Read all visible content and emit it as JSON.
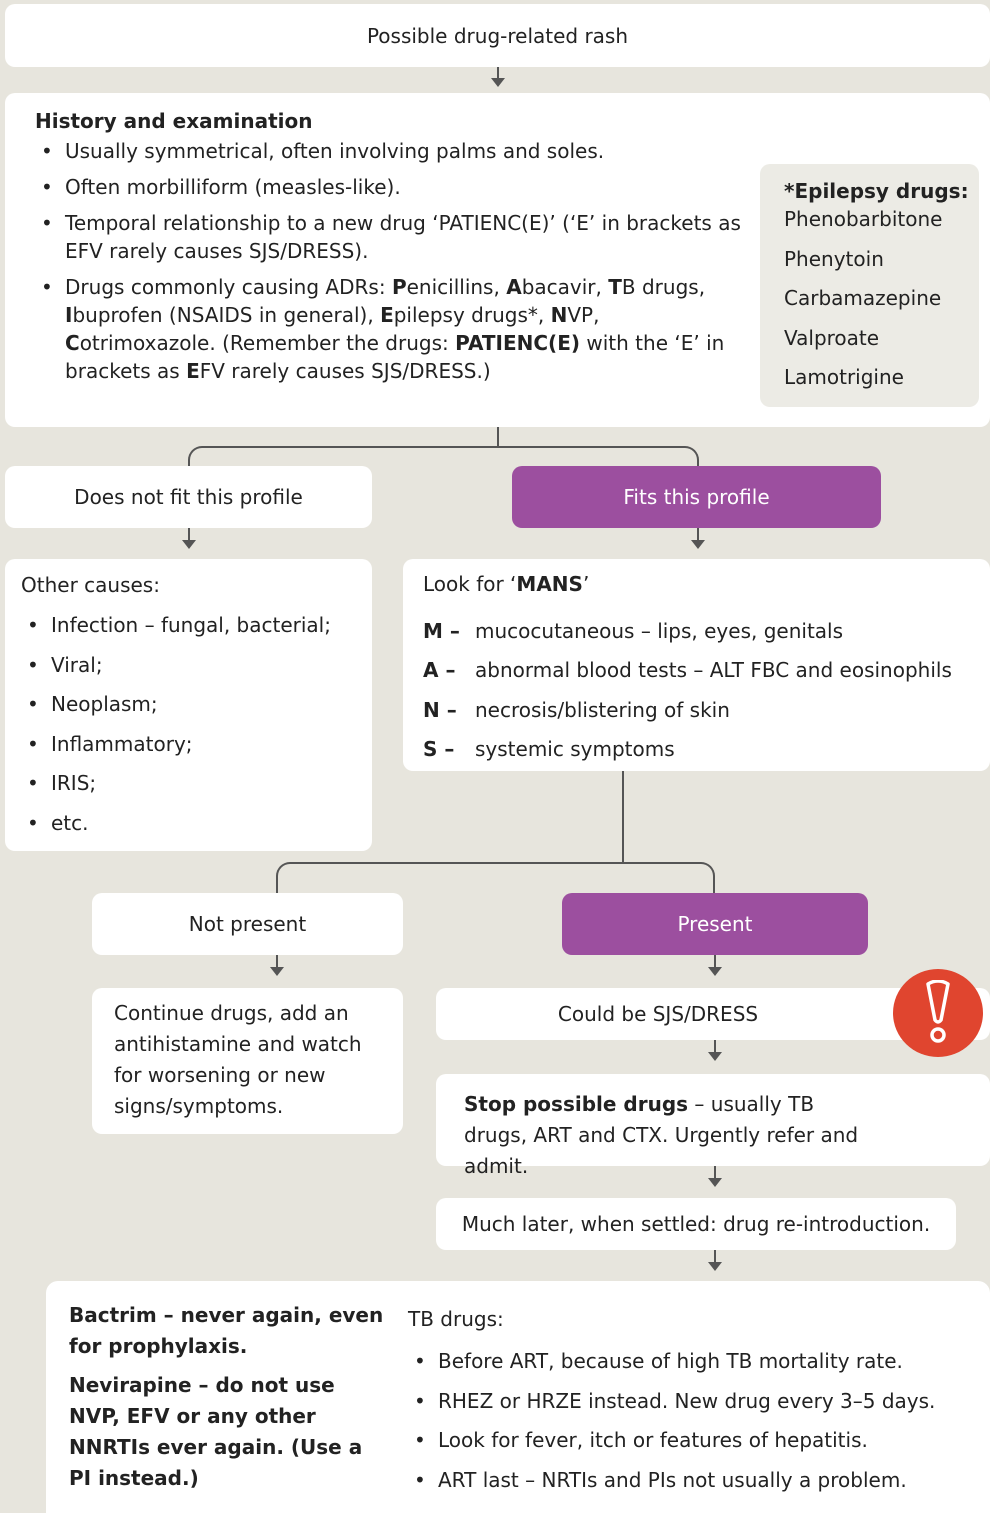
{
  "start": "Possible drug-related rash",
  "history": {
    "title": "History and examination",
    "bullets": [
      "Usually symmetrical, often involving palms and soles.",
      "Often morbilliform (measles-like).",
      "Temporal relationship to a new drug ‘PATIENC(E)’ (‘E’ in brackets as EFV rarely causes SJS/DRESS).",
      "Drugs commonly causing ADRs: Penicillins, Abacavir, TB drugs, Ibuprofen (NSAIDS in general), Epilepsy drugs*, NVP, Cotrimoxazole. (Remember the drugs: PATIENC(E) with the ‘E’ in brackets as EFV rarely causes SJS/DRESS.)"
    ]
  },
  "epilepsy": {
    "title": "*Epilepsy drugs:",
    "items": [
      "Phenobarbitone",
      "Phenytoin",
      "Carbamazepine",
      "Valproate",
      "Lamotrigine"
    ]
  },
  "branch1": {
    "no": "Does not fit this profile",
    "yes": "Fits this profile"
  },
  "other_causes": {
    "title": "Other causes:",
    "items": [
      "Infection – fungal, bacterial;",
      "Viral;",
      "Neoplasm;",
      "Inflammatory;",
      "IRIS;",
      "etc."
    ]
  },
  "mans": {
    "title_prefix": "Look for ‘",
    "title_bold": "MANS",
    "title_suffix": "’",
    "rows": [
      {
        "letter": "M –",
        "text": "mucocutaneous – lips, eyes, genitals"
      },
      {
        "letter": "A –",
        "text": "abnormal blood tests – ALT FBC and eosinophils"
      },
      {
        "letter": "N –",
        "text": "necrosis/blistering of skin"
      },
      {
        "letter": "S –",
        "text": "systemic symptoms"
      }
    ]
  },
  "branch2": {
    "no": "Not present",
    "yes": "Present"
  },
  "continue": "Continue drugs, add an antihistamine and watch for worsening or new signs/symptoms.",
  "sjs": "Could be SJS/DRESS",
  "stop": {
    "bold": "Stop possible drugs",
    "rest": " – usually TB drugs, ART and CTX. Urgently refer and admit."
  },
  "later": "Much later, when settled: drug re-introduction.",
  "final": {
    "bactrim": "Bactrim – never again, even for prophylaxis.",
    "nevirapine": "Nevirapine – do not use NVP, EFV or any other NNRTIs ever again. (Use a PI instead.)",
    "tb_title": "TB drugs:",
    "tb_items": [
      "Before ART, because of high TB mortality rate.",
      "RHEZ or HRZE instead. New drug every 3–5 days.",
      "Look for fever, itch or features of hepatitis.",
      "ART last – NRTIs and PIs not usually a problem."
    ]
  },
  "colors": {
    "background": "#e7e5dd",
    "purple": "#9c4f9f",
    "alert": "#e0452f",
    "epilepsy_box": "#ecebe5"
  }
}
